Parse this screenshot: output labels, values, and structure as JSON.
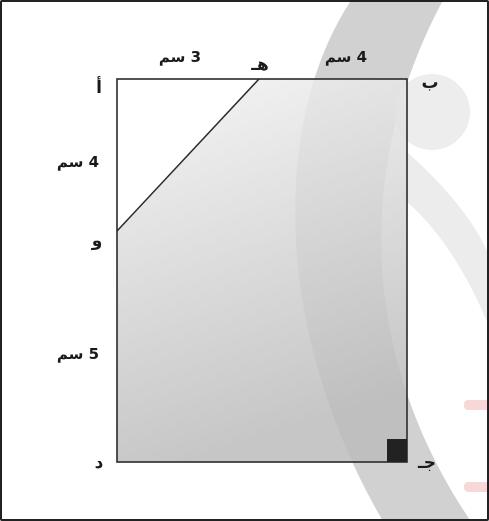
{
  "figure": {
    "vertices": {
      "a": "أ",
      "b": "ب",
      "c": "جـ",
      "d": "د",
      "h": "هـ",
      "w": "و"
    },
    "measurements": {
      "ah": "3 سم",
      "hb": "4 سم",
      "aw": "4 سم",
      "wd": "5 سم"
    },
    "colors": {
      "outline": "#2a2a2a",
      "shade_light": "#f2f2f2",
      "shade_dark": "#bdbdbd",
      "right_angle_marker": "#222222",
      "watermark": "#8a8a8a"
    }
  }
}
